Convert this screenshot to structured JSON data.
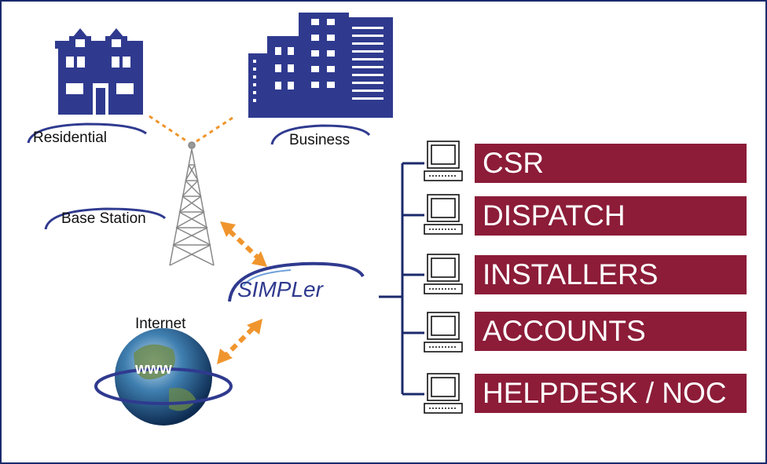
{
  "labels": {
    "residential": "Residential",
    "business": "Business",
    "base_station": "Base Station",
    "internet": "Internet",
    "www": "www",
    "logo_text": "SIMPLer"
  },
  "departments": [
    {
      "label": "CSR"
    },
    {
      "label": "DISPATCH"
    },
    {
      "label": "INSTALLERS"
    },
    {
      "label": "ACCOUNTS"
    },
    {
      "label": "HELPDESK / NOC"
    }
  ],
  "colors": {
    "building": "#2f3a8f",
    "dept": "#8c1c38",
    "arrow": "#f0952d",
    "line": "#1b2a6b"
  },
  "icons": [
    "house-icon",
    "office-building-icon",
    "antenna-tower-icon",
    "globe-icon",
    "computer-icon"
  ]
}
